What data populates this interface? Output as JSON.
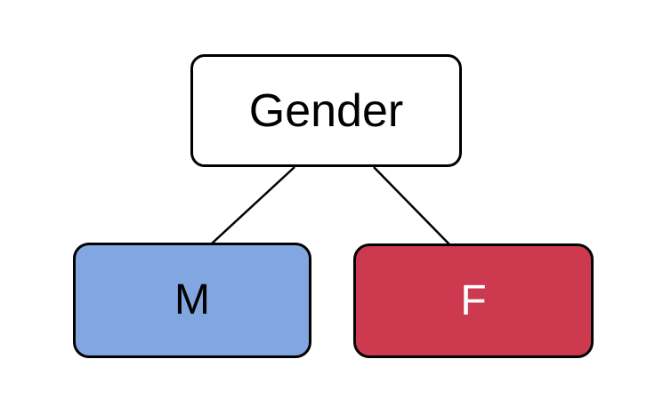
{
  "diagram": {
    "type": "tree",
    "title": "",
    "root": {
      "label": "Gender",
      "fill": "#FFFFFF",
      "text_color": "#000000",
      "border_color": "#000000"
    },
    "children": [
      {
        "label": "M",
        "fill": "#82A7E0",
        "text_color": "#000000",
        "border_color": "#000000"
      },
      {
        "label": "F",
        "fill": "#CD3A4F",
        "text_color": "#FFFFFF",
        "border_color": "#000000"
      }
    ],
    "edges": [
      {
        "from": "Gender",
        "to": "M"
      },
      {
        "from": "Gender",
        "to": "F"
      }
    ]
  }
}
